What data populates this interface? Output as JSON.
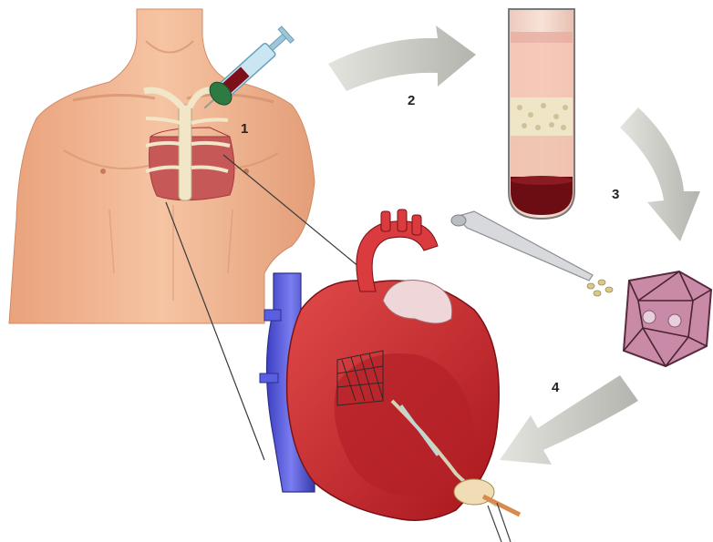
{
  "steps": [
    {
      "number": "1"
    },
    {
      "number": "2"
    },
    {
      "number": "3"
    },
    {
      "number": "4"
    }
  ],
  "colors": {
    "skin": "#f2b48f",
    "skin_shadow": "#d98e68",
    "arrow_gray": "#c9c9c4",
    "blood_dark": "#6b0d12",
    "plasma": "#f3c9b4",
    "heart_red": "#c8282c",
    "vein_blue": "#4a4ed0",
    "scaffold_pink": "#c98aa8"
  },
  "icons": [
    "syringe-icon",
    "test-tube-icon",
    "pipette-icon",
    "valve-scaffold-icon",
    "heart-icon"
  ]
}
